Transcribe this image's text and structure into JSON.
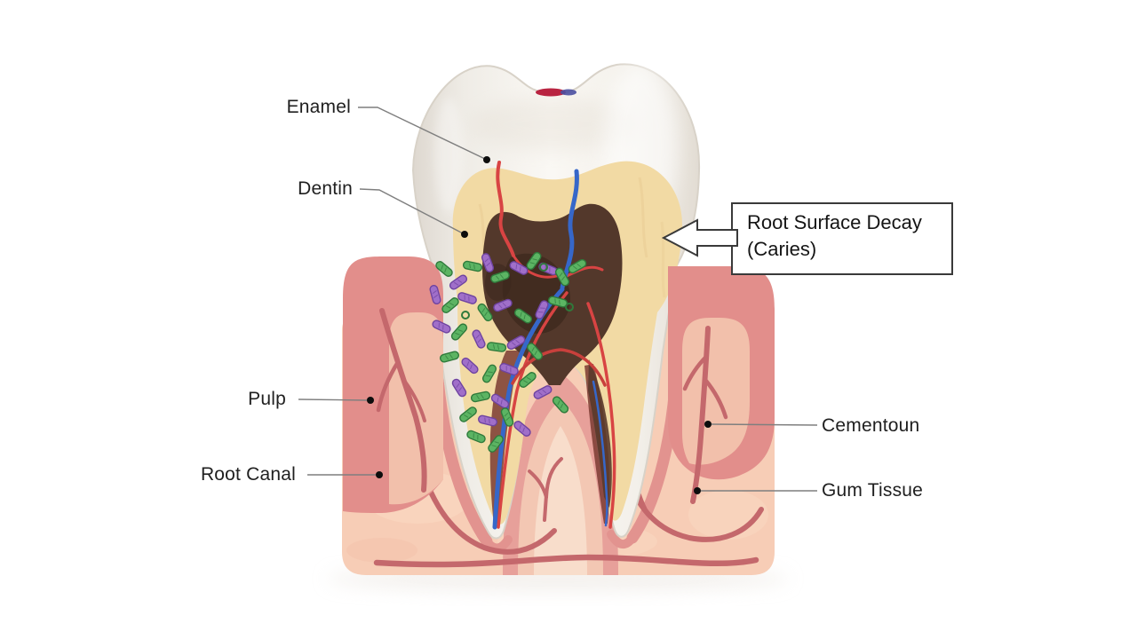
{
  "diagram": {
    "labels": {
      "enamel": "Enamel",
      "dentin": "Dentin",
      "pulp": "Pulp",
      "root_canal": "Root Canal",
      "cementum": "Cementoun",
      "gum_tissue": "Gum Tissue"
    },
    "callout": {
      "line1": "Root Surface Decay",
      "line2": "(Caries)"
    }
  },
  "colors": {
    "enamel": "#F4F1EB",
    "dentin": "#F2DAA4",
    "decay_brown": "#4F3527",
    "gum_rim_pink": "#E28E8B",
    "gum_inner": "#F2C0AB",
    "gum_body": "#F7CDB6",
    "artery_red": "#D84443",
    "vein_blue": "#3667C9",
    "gum_vessel": "#C4686C",
    "bacteria_green": "#5CB463",
    "bacteria_purple": "#A06FC9",
    "label_text": "#1F1F1F",
    "leader_line": "#7F7F7F",
    "callout_border": "#3A3A3A"
  }
}
